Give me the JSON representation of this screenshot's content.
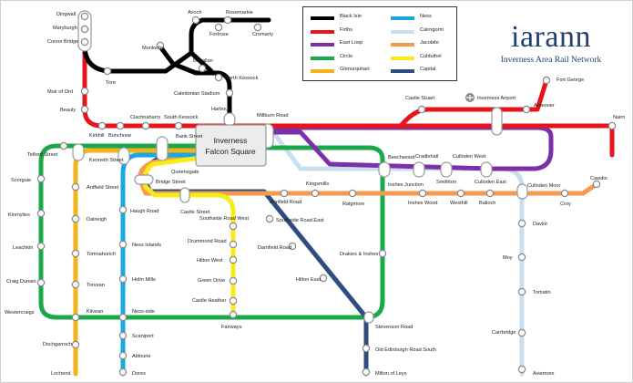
{
  "brand": {
    "title": "iarann",
    "subtitle": "Inverness Area Rail Network"
  },
  "hub": {
    "line1": "Inverness",
    "line2": "Falcon Square"
  },
  "legend": [
    {
      "name": "Black Isle",
      "color": "#000000"
    },
    {
      "name": "Firths",
      "color": "#e8141b"
    },
    {
      "name": "East Loop",
      "color": "#7b2fa8"
    },
    {
      "name": "Circle",
      "color": "#1aa84a"
    },
    {
      "name": "Glenurquhart",
      "color": "#f5b21b"
    },
    {
      "name": "Ness",
      "color": "#1aa6e0"
    },
    {
      "name": "Cairngorm",
      "color": "#c9dff0"
    },
    {
      "name": "Jacobite",
      "color": "#f39a4e"
    },
    {
      "name": "Culduthel",
      "color": "#f7ec1a"
    },
    {
      "name": "Capital",
      "color": "#2f4d7e"
    }
  ],
  "stations": {
    "dingwall": "Dingwall",
    "maryburgh": "Maryburgh",
    "conon_bridge": "Conon Bridge",
    "tore": "Tore",
    "avoch": "Avoch",
    "rosemarkie": "Rosemarkie",
    "fortrose": "Fortrose",
    "cromarty": "Cromarty",
    "munlochy": "Munlochy",
    "bogallan": "Bogallan",
    "north_kessock": "North Kessock",
    "caledonian_stadium": "Caledonian Stadium",
    "harbour": "Harbour",
    "muir_of_ord": "Muir of Ord",
    "beauly": "Beauly",
    "kirkhill": "Kirkhill",
    "bunchrew": "Bunchrew",
    "clachnaharry": "Clachnaharry",
    "south_kessock": "South Kessock",
    "millburn_road": "Millburn Road",
    "castle_stuart": "Castle Stuart",
    "inverness_airport": "Inverness Airport",
    "fort_george": "Fort George",
    "ardersier": "Ardersier",
    "nairn": "Nairn",
    "telford_street": "Telford Street",
    "kenneth_street": "Kenneth Street",
    "bank_street": "Bank Street",
    "queensgate": "Queensgate",
    "bridge_street": "Bridge Street",
    "castle_street": "Castle Street",
    "beechwood": "Beechwood",
    "cradlehall": "Cradlehall",
    "culloden_west": "Culloden West",
    "smithton": "Smithton",
    "culloden_east": "Culloden East",
    "scorguie": "Scorguie",
    "kinmylies": "Kinmylies",
    "leachkin": "Leachkin",
    "craig_dunain": "Craig Dunain",
    "westercraigs": "Westercraigs",
    "annfield_road": "Annfield Road",
    "kingsmills": "Kingsmills",
    "raigmore": "Raigmore",
    "inshes_junction": "Inshes Junction",
    "inshes_wood": "Inshes Wood",
    "westhill": "Westhill",
    "balloch": "Balloch",
    "culloden_moor": "Culloden Moor",
    "croy": "Croy",
    "cawdor": "Cawdor",
    "haugh_road": "Haugh Road",
    "southside_road_west": "Southside Road West",
    "southside_road_east": "Southside Road East",
    "drummond_road": "Drummond Road",
    "hilton_west": "Hilton West",
    "greig_drive": "Green Drive",
    "castle_heather": "Castle Heather",
    "fairways": "Fairways",
    "damfield_road": "Damfield Road",
    "hilton_east": "Hilton East",
    "drakies_inshes": "Drakies & Inshes",
    "stevenson_road": "Stevenson Road",
    "old_edinburgh_road_south": "Old Edinburgh Road South",
    "milton_of_leys": "Milton of Leys",
    "antfield_street": "Antfield Street",
    "dalneigh": "Dalneigh",
    "tomnahurich": "Tomnahurich",
    "torvean": "Torvean",
    "kilvean": "Kilvean",
    "dochgarroch": "Dochgarroch",
    "lochend": "Lochend",
    "ness_islands": "Ness Islands",
    "holm_mills": "Holm Mills",
    "ness_side": "Ness-side",
    "scaniport": "Scaniport",
    "aldourie": "Aldourie",
    "dores": "Dores",
    "daviot": "Daviot",
    "moy": "Moy",
    "tomatin": "Tomatin",
    "carrbridge": "Carrbridge",
    "aviemore": "Aviemore"
  }
}
